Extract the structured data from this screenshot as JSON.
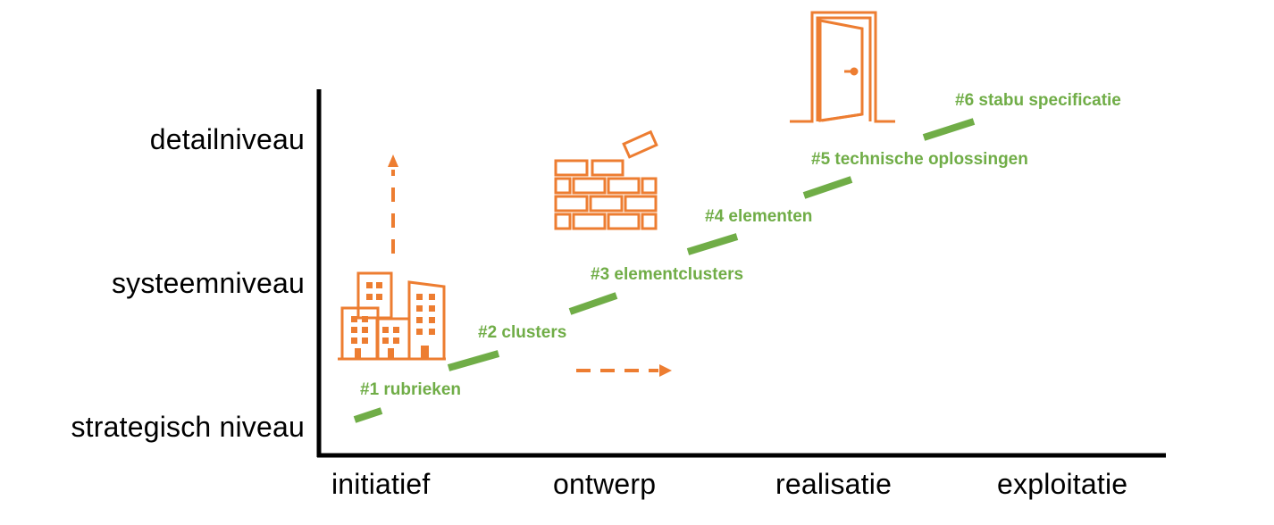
{
  "y_axis_levels": [
    "detailniveau",
    "systeemniveau",
    "strategisch niveau"
  ],
  "x_axis_phases": [
    "initiatief",
    "ontwerp",
    "realisatie",
    "exploitatie"
  ],
  "steps": [
    "#1 rubrieken",
    "#2 clusters",
    "#3 elementclusters",
    "#4 elementen",
    "#5 technische oplossingen",
    "#6 stabu specificatie"
  ],
  "colors": {
    "axis": "#000000",
    "step_line": "#70ad47",
    "icon": "#ed7d31",
    "arrow": "#ed7d31"
  },
  "icons": [
    "buildings-icon",
    "brick-wall-icon",
    "door-icon"
  ]
}
